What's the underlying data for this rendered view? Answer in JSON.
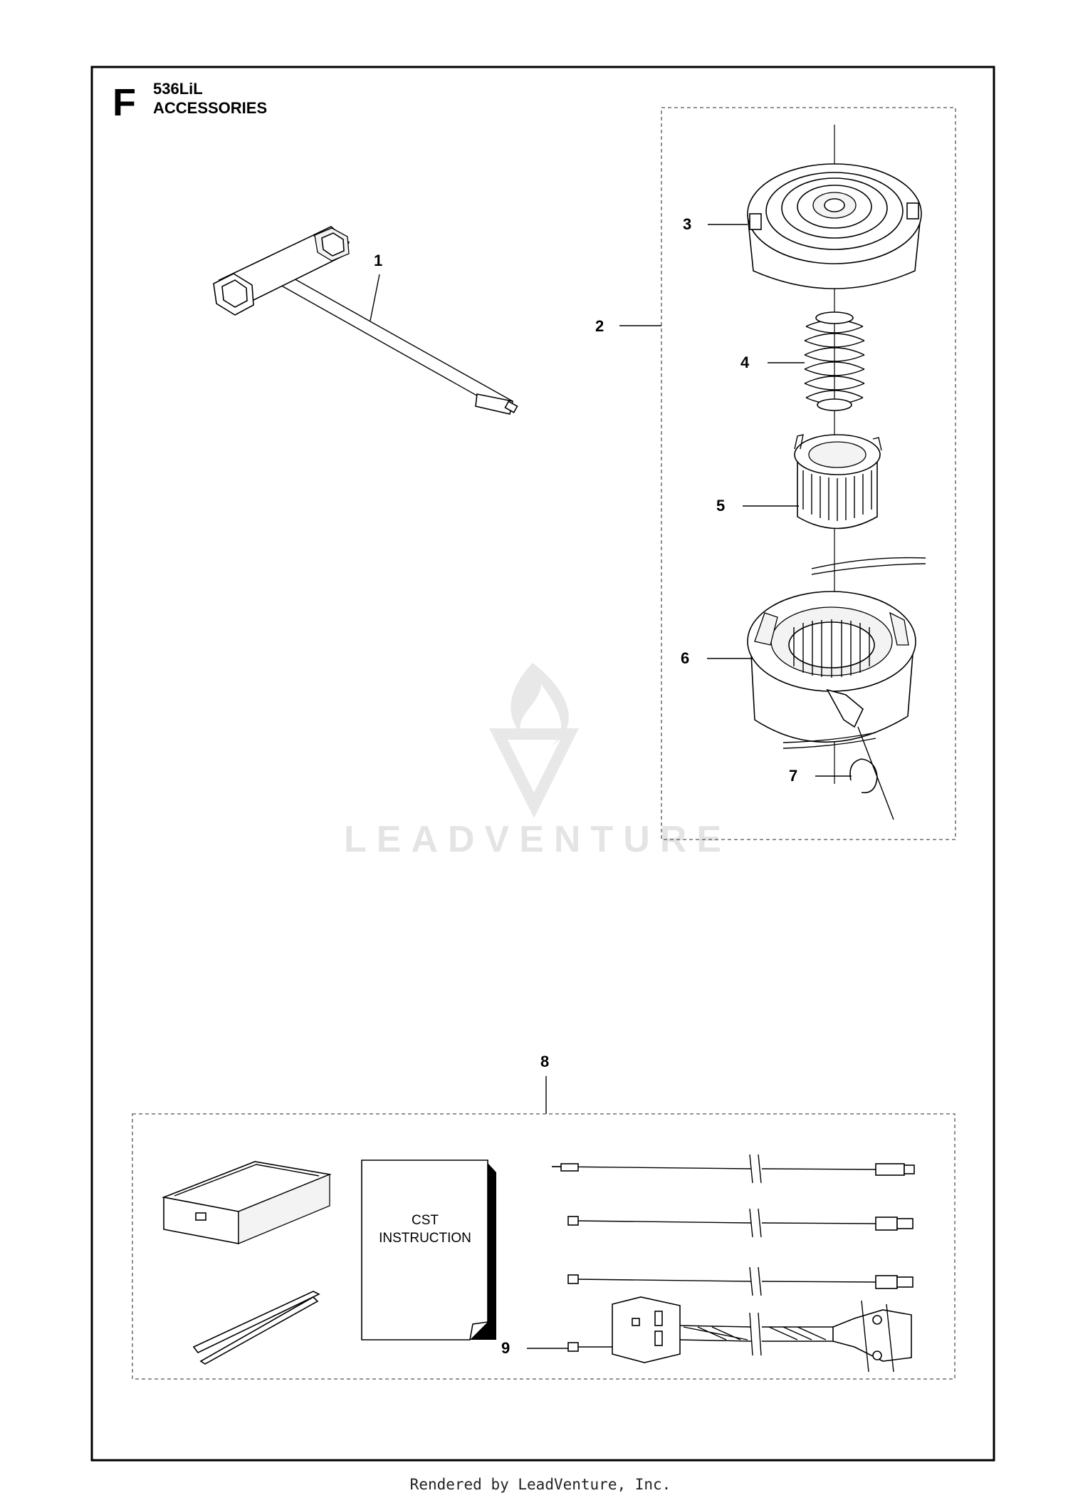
{
  "header": {
    "section_letter": "F",
    "model": "536LiL",
    "title": "ACCESSORIES"
  },
  "callouts": [
    "1",
    "2",
    "3",
    "4",
    "5",
    "6",
    "7",
    "8",
    "9"
  ],
  "booklet": {
    "line1": "CST",
    "line2": "INSTRUCTION"
  },
  "watermark": "LEADVENTURE",
  "footer": "Rendered by LeadVenture, Inc."
}
